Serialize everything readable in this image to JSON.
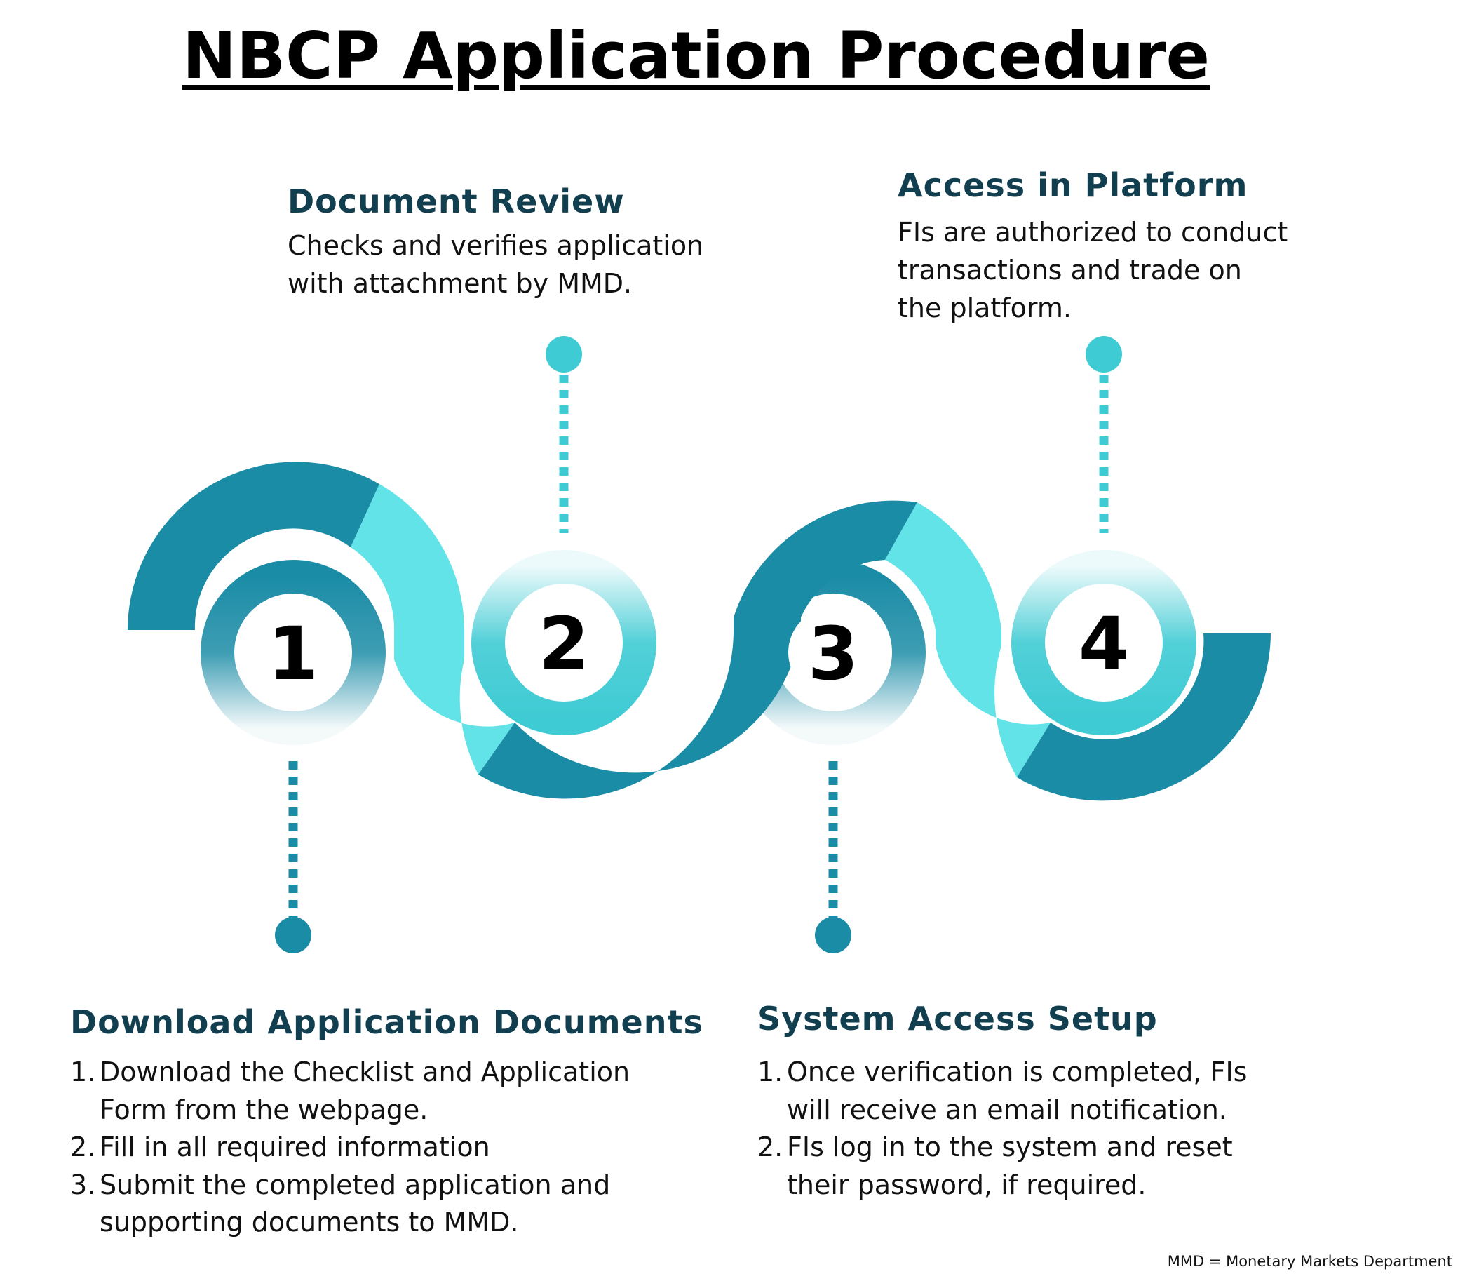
{
  "title": "NBCP Application Procedure",
  "colors": {
    "dark_teal": "#1b8ca6",
    "light_cyan": "#62e3e8",
    "mid_cyan": "#3fcbd4",
    "heading": "#123f4f"
  },
  "steps": [
    {
      "number": "1",
      "title": "Download Application Documents",
      "items": [
        {
          "marker": "1.",
          "text": "Download the Checklist and Application Form from the webpage."
        },
        {
          "marker": "2.",
          "text": "Fill in all required information"
        },
        {
          "marker": "3.",
          "text": "Submit the completed application and supporting documents to MMD."
        }
      ]
    },
    {
      "number": "2",
      "title": "Document Review",
      "description": "Checks and verifies application with attachment by MMD."
    },
    {
      "number": "3",
      "title": "System Access Setup",
      "items": [
        {
          "marker": "1.",
          "text": "Once verification is completed, FIs will receive an email notification."
        },
        {
          "marker": "2.",
          "text": "FIs log in to the system and reset their password, if required."
        }
      ]
    },
    {
      "number": "4",
      "title": "Access in Platform",
      "description": "FIs are authorized to conduct transactions and trade on the platform."
    }
  ],
  "footnote": "MMD = Monetary Markets Department"
}
